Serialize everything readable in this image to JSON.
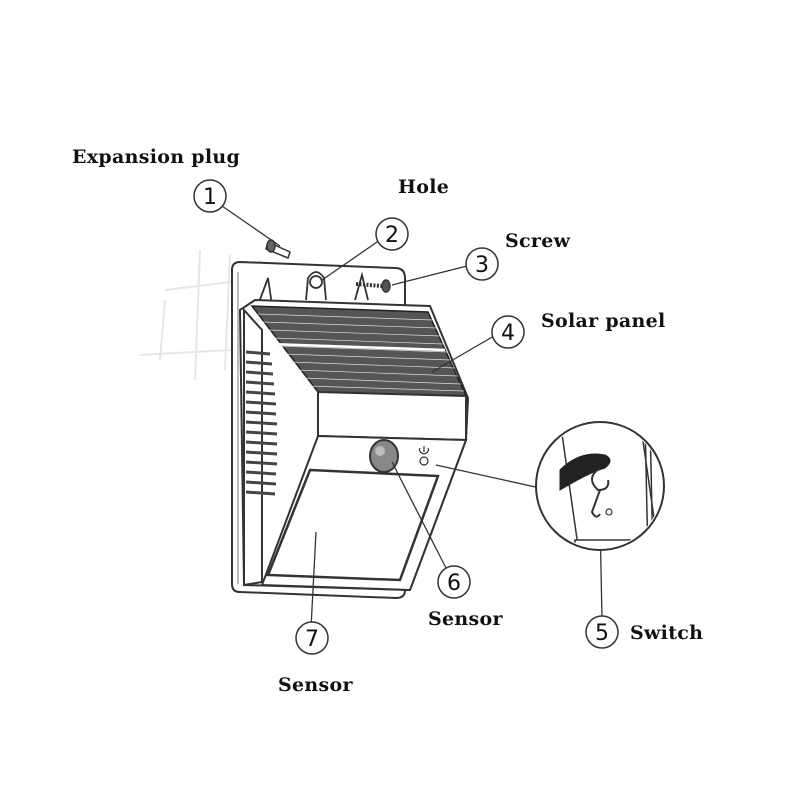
{
  "labels": {
    "expansion_plug": "Expansion plug",
    "hole": "Hole",
    "screw": "Screw",
    "solar_panel": "Solar panel",
    "sensor_6": "Sensor",
    "switch": "Switch",
    "sensor_7": "Sensor"
  },
  "callouts": [
    "1",
    "2",
    "3",
    "4",
    "5",
    "6",
    "7"
  ]
}
